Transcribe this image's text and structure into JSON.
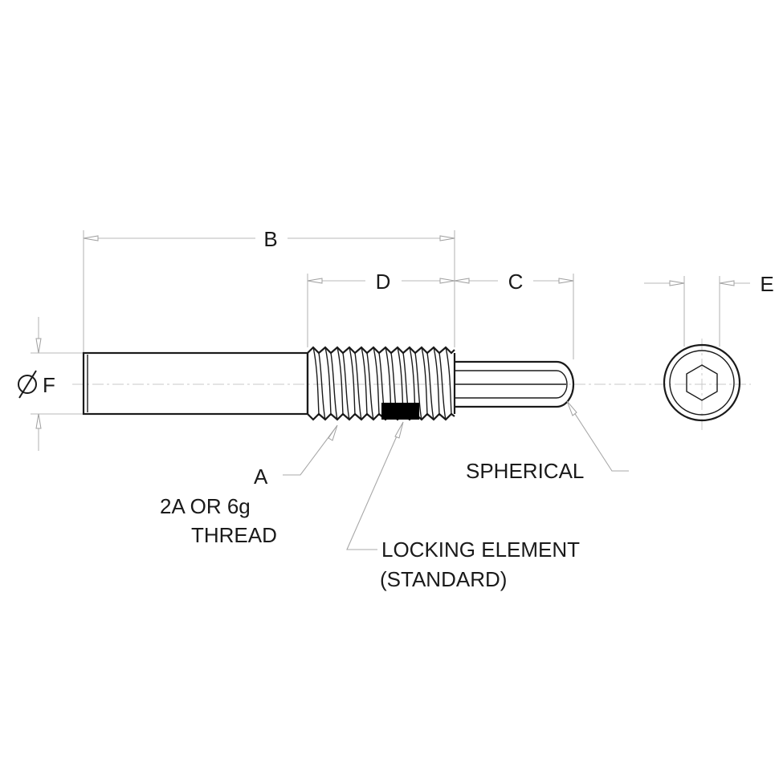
{
  "dimensions": {
    "B": "B",
    "D": "D",
    "C": "C",
    "E": "E",
    "F_symbol": "Ø",
    "F": "F"
  },
  "callouts": {
    "thread_letter": "A",
    "thread_spec": "2A OR 6g",
    "thread_word": "THREAD",
    "spherical": "SPHERICAL",
    "locking_line1": "LOCKING ELEMENT",
    "locking_line2": "(STANDARD)"
  },
  "colors": {
    "line": "#1a1a1a",
    "dimension_line": "#b9b9b9",
    "locking_element": "#000000",
    "background": "#ffffff"
  }
}
